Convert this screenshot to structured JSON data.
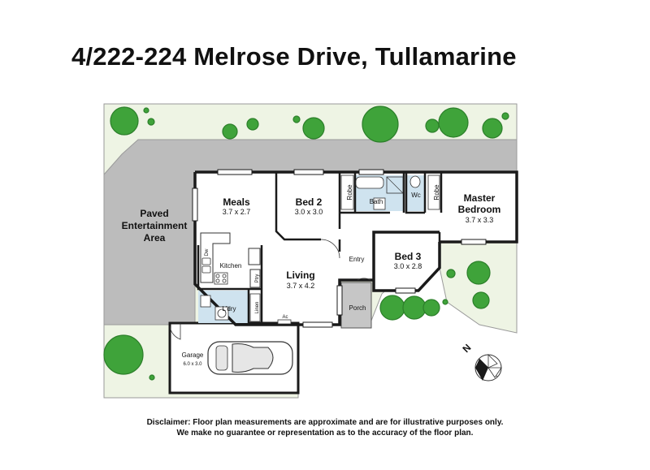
{
  "title": "4/222-224 Melrose Drive, Tullamarine",
  "rooms": {
    "meals": {
      "name": "Meals",
      "dims": "3.7 x 2.7"
    },
    "bed2": {
      "name": "Bed 2",
      "dims": "3.0 x 3.0"
    },
    "bath": {
      "name": "Bath"
    },
    "wc": {
      "name": "Wc"
    },
    "robe_bed2": {
      "name": "Robe"
    },
    "robe_master": {
      "name": "Robe"
    },
    "master_line1": {
      "name": "Master"
    },
    "master_line2": {
      "name": "Bedroom"
    },
    "master_dims": {
      "dims": "3.7 x 3.3"
    },
    "bed3": {
      "name": "Bed 3",
      "dims": "3.0 x 2.8"
    },
    "entry": {
      "name": "Entry"
    },
    "porch": {
      "name": "Porch"
    },
    "living": {
      "name": "Living",
      "dims": "3.7 x 4.2"
    },
    "kitchen": {
      "name": "Kitchen"
    },
    "ptry": {
      "name": "Ptry"
    },
    "laundry": {
      "name": "L'dry"
    },
    "linen": {
      "name": "Linen"
    },
    "garage": {
      "name": "Garage",
      "dims": "6.0 x 3.0"
    },
    "dw": {
      "name": "Dw"
    },
    "ac": {
      "name": "Ac"
    }
  },
  "outdoor": {
    "line1": "Paved",
    "line2": "Entertainment",
    "line3": "Area"
  },
  "compass": {
    "label": "N"
  },
  "disclaimer": {
    "line1": "Disclaimer: Floor plan measurements are approximate and are for illustrative purposes only.",
    "line2": "We make no guarantee or representation as to the accuracy of the floor plan."
  },
  "colors": {
    "lawn": "#eef4e4",
    "paving": "#b9b9b9",
    "tree": "#3fa33a",
    "tree_dark": "#2c7f2a",
    "wall": "#1a1a1a",
    "wet_area": "#cfe3ef"
  }
}
